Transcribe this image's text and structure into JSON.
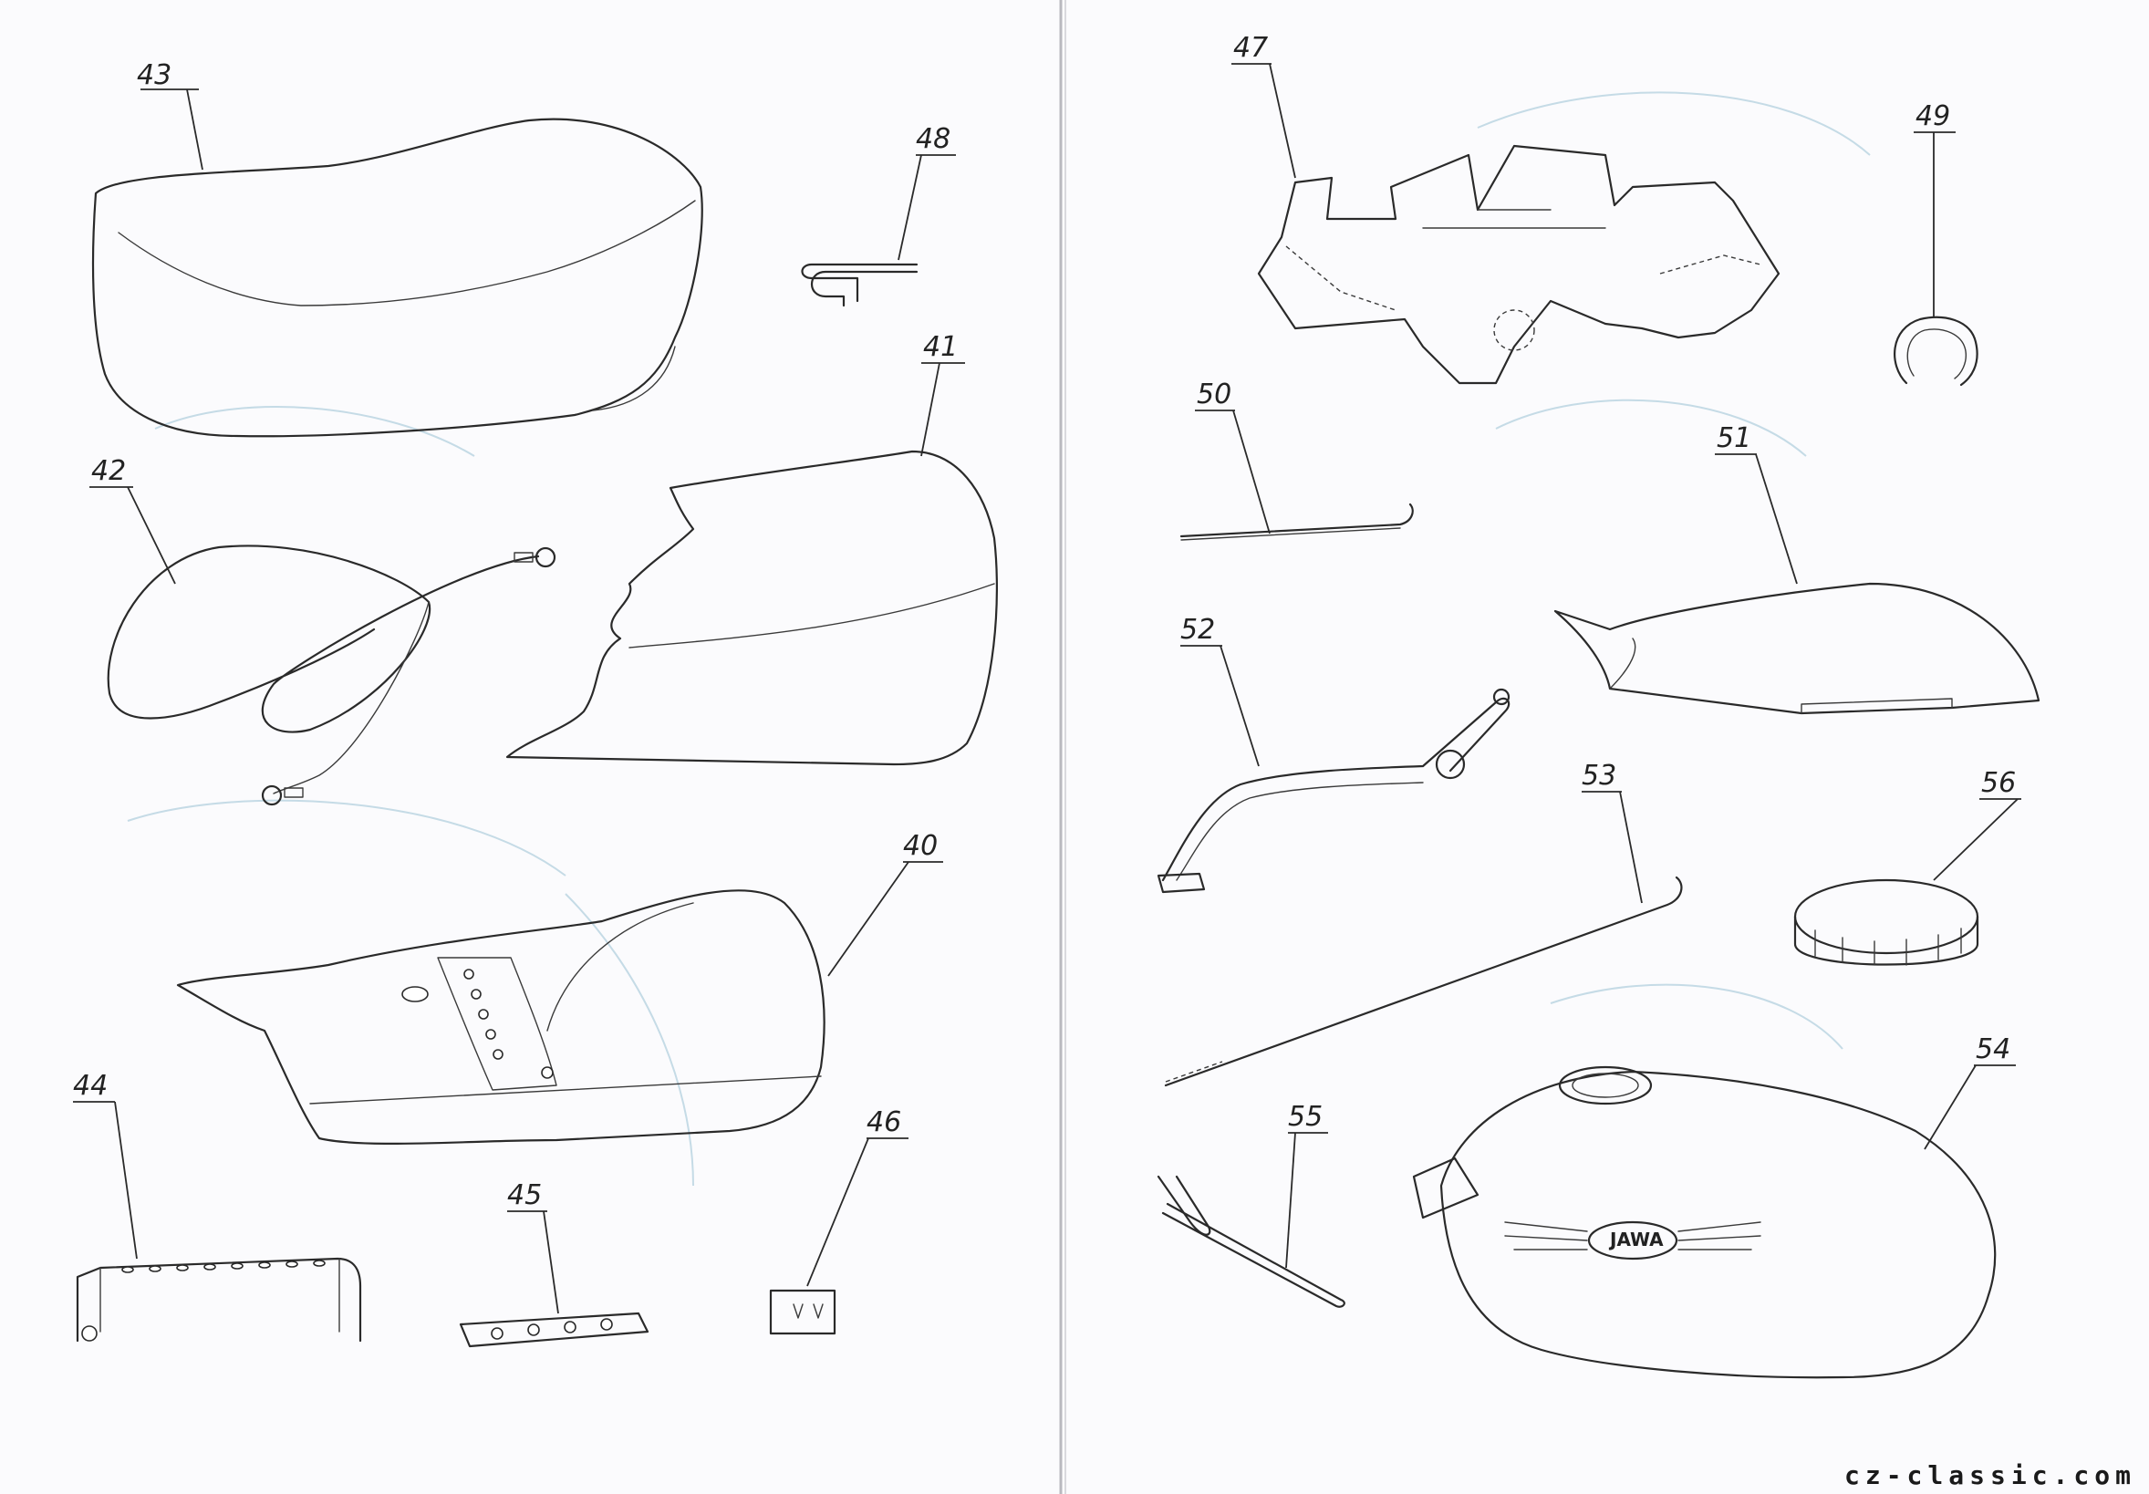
{
  "callouts": {
    "c40": "40",
    "c41": "41",
    "c42": "42",
    "c43": "43",
    "c44": "44",
    "c45": "45",
    "c46": "46",
    "c47": "47",
    "c48": "48",
    "c49": "49",
    "c50": "50",
    "c51": "51",
    "c52": "52",
    "c53": "53",
    "c54": "54",
    "c55": "55",
    "c56": "56"
  },
  "tank_logo": "JAWA",
  "watermark": "cz-classic.com",
  "colors": {
    "line": "#2a2a2a",
    "paper": "#fbfbfd",
    "bleed_through": "#c5dbe6"
  }
}
